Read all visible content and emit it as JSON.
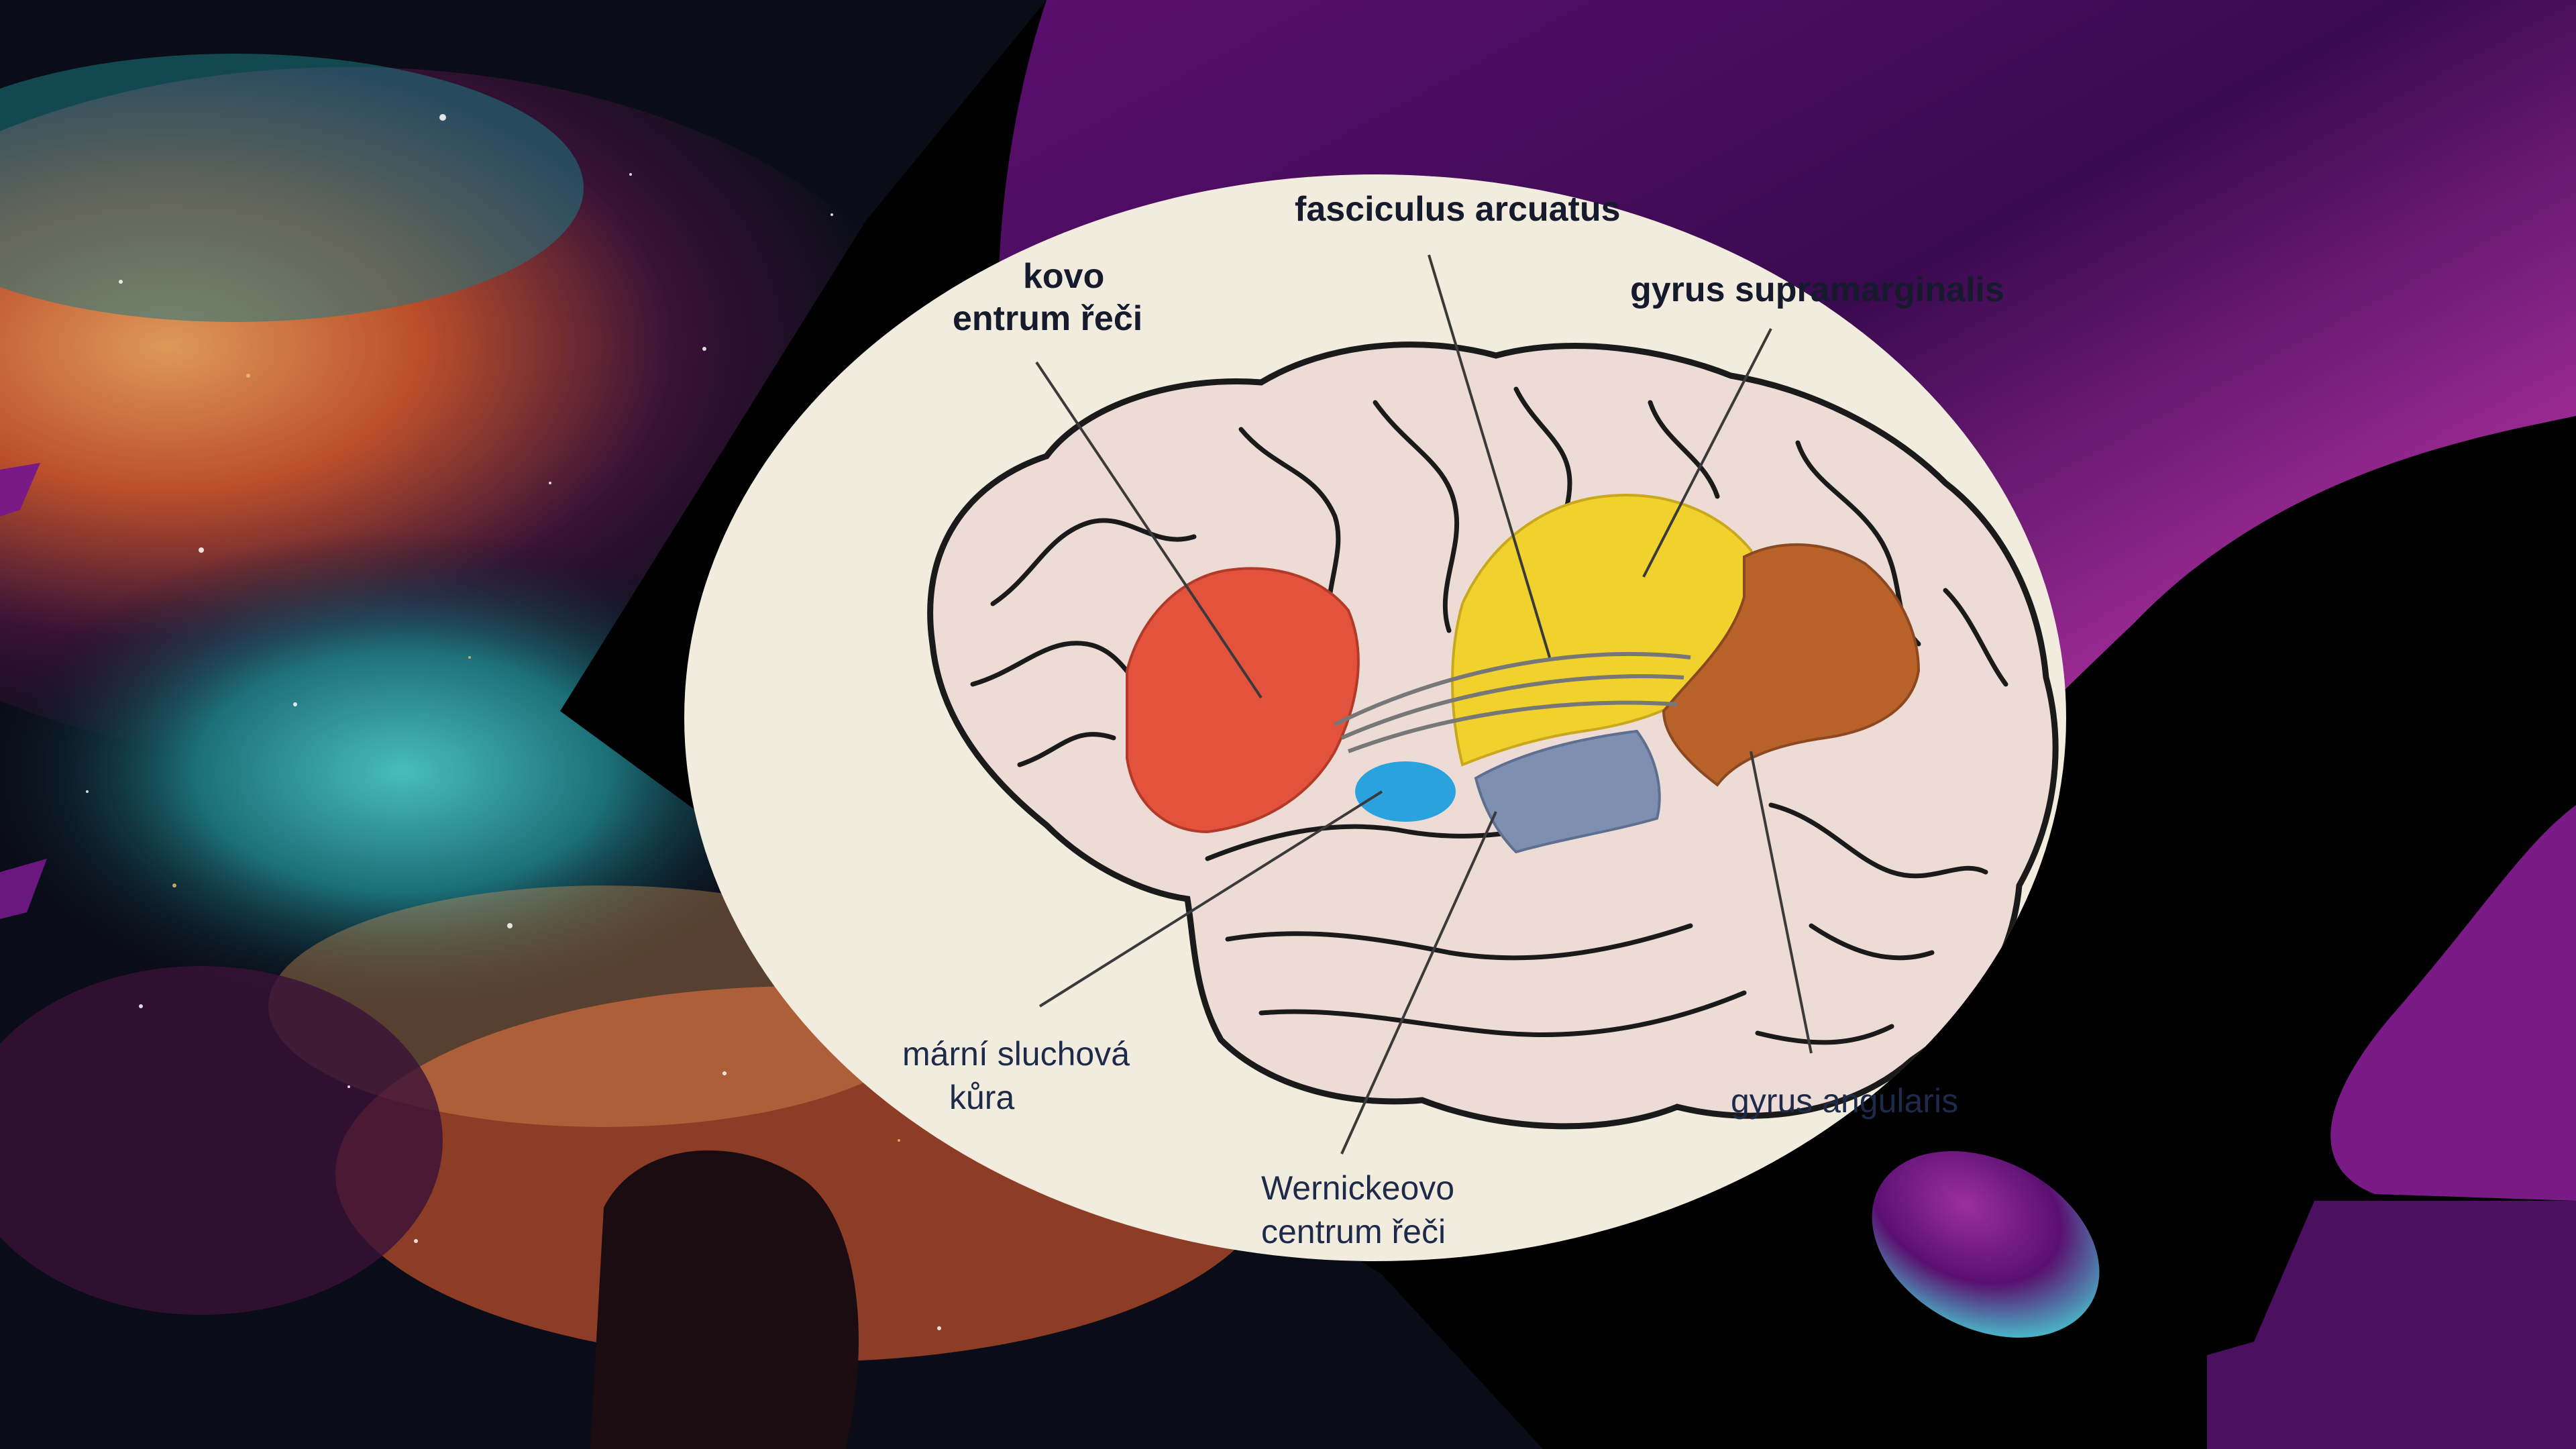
{
  "diagram": {
    "labels": {
      "broca_line1": "kovo",
      "broca_line2": "entrum řeči",
      "fasciculus": "fasciculus arcuatus",
      "supramarginal": "gyrus supramarginalis",
      "auditory_line1": "mární sluchová",
      "auditory_line2": "kůra",
      "wernicke_line1": "Wernickeovo",
      "wernicke_line2": "centrum řeči",
      "angular": "gyrus angularis"
    },
    "region_colors": {
      "broca": "#e2523c",
      "supramarginal": "#f0d12e",
      "angular": "#b8622a",
      "wernicke": "#7f8fb0",
      "auditory": "#2aa2dd",
      "cortex": "#eddcd6"
    }
  },
  "background": {
    "nebula_colors": [
      "#0d1a2c",
      "#1e7a82",
      "#c4522c",
      "#e9a05c",
      "#3a1238"
    ],
    "purple_blob_colors": [
      "#3d0a54",
      "#8a1f8c",
      "#5fb7c8"
    ]
  }
}
